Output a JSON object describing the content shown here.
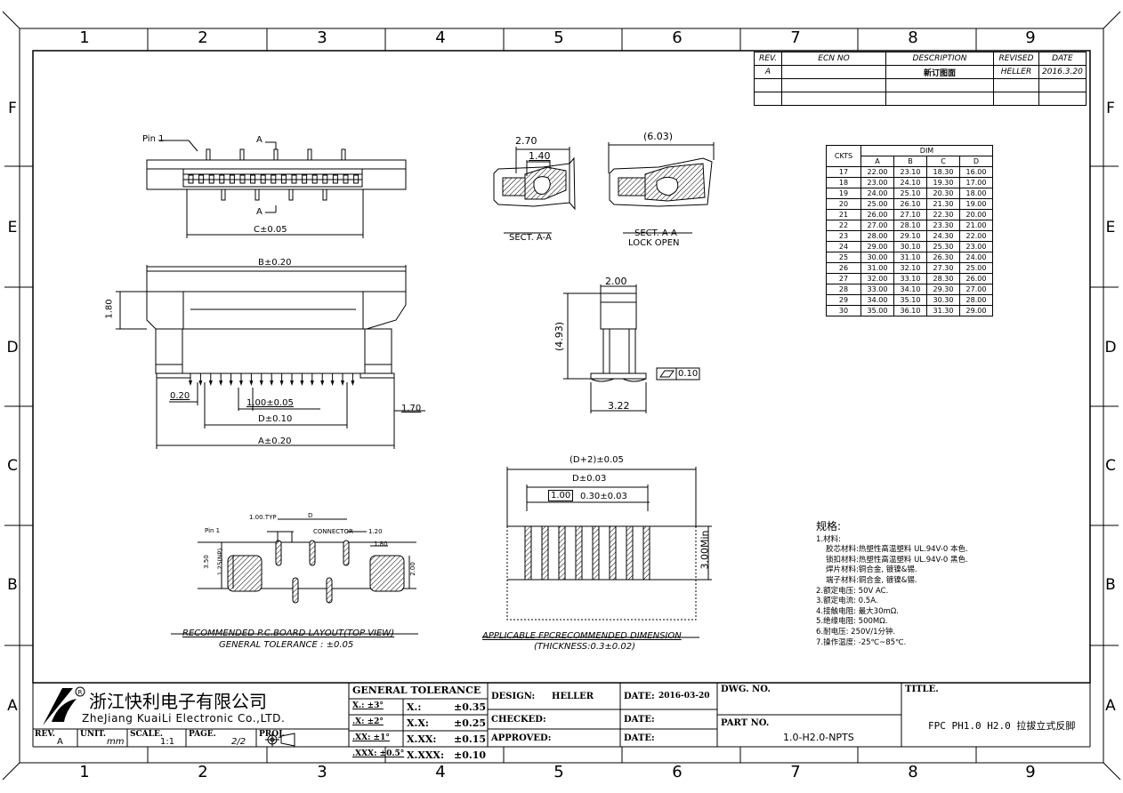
{
  "border": {
    "columns": [
      "1",
      "2",
      "3",
      "4",
      "5",
      "6",
      "7",
      "8",
      "9"
    ],
    "rows": [
      "F",
      "E",
      "D",
      "C",
      "B",
      "A"
    ]
  },
  "revision_table": {
    "headers": [
      "REV.",
      "ECN NO",
      "DESCRIPTION",
      "REVISED",
      "DATE"
    ],
    "rows": [
      [
        "A",
        "",
        "新订图面",
        "HELLER",
        "2016.3.20"
      ]
    ]
  },
  "dim_table": {
    "header_ckts": "CKTS",
    "header_dim": "DIM",
    "columns": [
      "A",
      "B",
      "C",
      "D"
    ],
    "rows": [
      [
        "17",
        "22.00",
        "23.10",
        "18.30",
        "16.00"
      ],
      [
        "18",
        "23.00",
        "24.10",
        "19.30",
        "17.00"
      ],
      [
        "19",
        "24.00",
        "25.10",
        "20.30",
        "18.00"
      ],
      [
        "20",
        "25.00",
        "26.10",
        "21.30",
        "19.00"
      ],
      [
        "21",
        "26.00",
        "27.10",
        "22.30",
        "20.00"
      ],
      [
        "22",
        "27.00",
        "28.10",
        "23.30",
        "21.00"
      ],
      [
        "23",
        "28.00",
        "29.10",
        "24.30",
        "22.00"
      ],
      [
        "24",
        "29.00",
        "30.10",
        "25.30",
        "23.00"
      ],
      [
        "25",
        "30.00",
        "31.10",
        "26.30",
        "24.00"
      ],
      [
        "26",
        "31.00",
        "32.10",
        "27.30",
        "25.00"
      ],
      [
        "27",
        "32.00",
        "33.10",
        "28.30",
        "26.00"
      ],
      [
        "28",
        "33.00",
        "34.10",
        "29.30",
        "27.00"
      ],
      [
        "29",
        "34.00",
        "35.10",
        "30.30",
        "28.00"
      ],
      [
        "30",
        "35.00",
        "36.10",
        "31.30",
        "29.00"
      ]
    ]
  },
  "specs": {
    "title": "规格:",
    "lines": [
      {
        "text": "1.材料:",
        "indent": false
      },
      {
        "text": "胶芯材料:热塑性高温塑料 UL.94V-0 本色.",
        "indent": true
      },
      {
        "text": "锁扣材料:热塑性高温塑料 UL.94V-0 黑色.",
        "indent": true
      },
      {
        "text": "焊片材料:铜合金, 镀镍&锡.",
        "indent": true
      },
      {
        "text": "端子材料:铜合金, 镀镍&锡.",
        "indent": true
      },
      {
        "text": "2.额定电压: 50V AC.",
        "indent": false
      },
      {
        "text": "3.额定电流: 0.5A.",
        "indent": false
      },
      {
        "text": "4.接触电阻: 最大30mΩ.",
        "indent": false
      },
      {
        "text": "5.绝缘电阻: 500MΩ.",
        "indent": false
      },
      {
        "text": "6.耐电压: 250V/1分钟.",
        "indent": false
      },
      {
        "text": "7.操作温度: -25℃~85℃.",
        "indent": false
      }
    ]
  },
  "views": {
    "pin1": "Pin 1",
    "section_a": "A",
    "c_dim": "C±0.05",
    "b_dim": "B±0.20",
    "h180": "1.80",
    "d020": "0.20",
    "pitch": "1.00±0.05",
    "d_dim": "D±0.10",
    "a_dim": "A±0.20",
    "d170": "1.70",
    "s270": "2.70",
    "s140": "1.40",
    "s603": "(6.03)",
    "sect_aa": "SECT. A-A",
    "sect_aa2": "SECT. A-A",
    "lock_open": "LOCK OPEN",
    "s200": "2.00",
    "s493": "(4.93)",
    "flat": "0.10",
    "s322": "3.22",
    "fpc_d2": "(D+2)±0.05",
    "fpc_d": "D±0.03",
    "fpc_100": "1.00",
    "fpc_030": "0.30±0.03",
    "fpc_300": "3.00Min",
    "pcb_pin1": "Pin 1",
    "pcb_typ": "1.00.TYP",
    "pcb_d": "D",
    "pcb_conn": "CONNECTOR",
    "pcb_120": "1.20",
    "pcb_180": "1.80",
    "pcb_350": "3.50",
    "pcb_125": "1.25(NP)",
    "pcb_200": "2.00",
    "cap_pcb1": "RECOMMENDED P.C.BOARD LAYOUT(TOP VIEW)",
    "cap_pcb2": "GENERAL TOLERANCE : ±0.05",
    "cap_fpc1": "APPLICABLE FPCRECOMMENDED DIMENSION",
    "cap_fpc2": "(THICKNESS:0.3±0.02)"
  },
  "title_block": {
    "company_cn": "浙江快利电子有限公司",
    "company_en": "ZheJiang KuaiLi Electronic Co.,LTD.",
    "rev_label": "REV.",
    "rev_value": "A",
    "unit_label": "UNIT.",
    "unit_value": "mm",
    "scale_label": "SCALE.",
    "scale_value": "1:1",
    "page_label": "PAGE.",
    "page_value": "2/2",
    "proj_label": "PROJ.",
    "gt_title": "GENERAL TOLERANCE",
    "gt_rows": [
      [
        "X.: ±3°",
        "X.:",
        "±0.35"
      ],
      [
        ".X: ±2°",
        "X.X:",
        "±0.25"
      ],
      [
        ".XX: ±1°",
        "X.XX:",
        "±0.15"
      ],
      [
        ".XXX: ±0.5°",
        "X.XXX:",
        "±0.10"
      ]
    ],
    "design_label": "DESIGN:",
    "design_value": "HELLER",
    "date_label": "DATE:",
    "design_date": "2016-03-20",
    "checked_label": "CHECKED:",
    "approved_label": "APPROVED:",
    "dwg_label": "DWG. NO.",
    "part_label": "PART NO.",
    "part_value": "1.0-H2.0-NPTS",
    "title_label": "TITLE.",
    "title_value": "FPC PH1.0 H2.0 拉拔立式反脚"
  }
}
